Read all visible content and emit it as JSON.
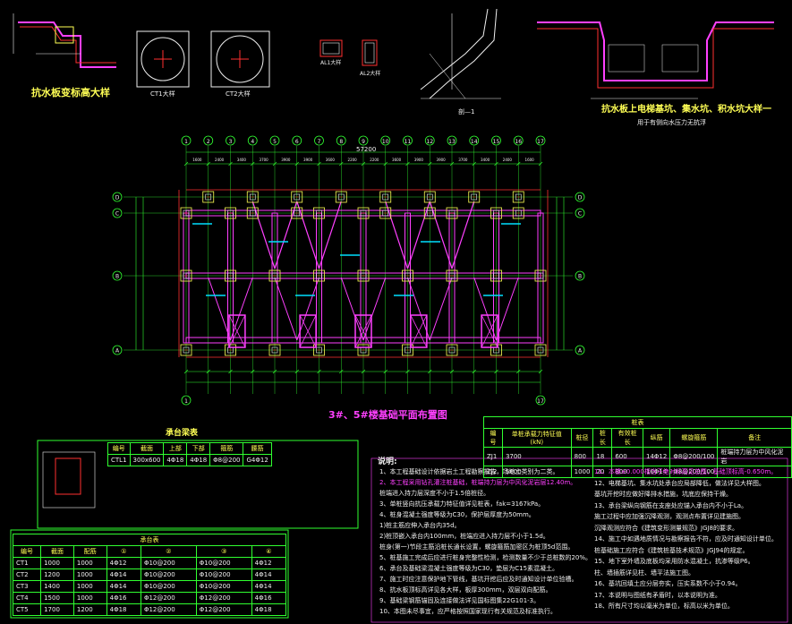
{
  "drawing": {
    "plan_title": "3#、5#楼基础平面布置图",
    "detail_titles": {
      "raft_detail": "抗水板变标高大样",
      "ct1": "CT1大样",
      "ct2": "CT2大样",
      "al1": "AL1大样",
      "al2": "AL2大样",
      "section1": "剖—1",
      "pit_detail": "抗水板上电梯基坑、集水坑、积水坑大样一",
      "pit_note": "用于有侧向水压力无抗浮"
    },
    "axes_top": [
      "1",
      "2",
      "3",
      "4",
      "5",
      "6",
      "7",
      "8",
      "9",
      "10",
      "11",
      "12",
      "13",
      "14",
      "15",
      "16",
      "17"
    ],
    "axes_bottom": [
      "1",
      "17"
    ],
    "axes_left": [
      "D",
      "C",
      "B",
      "A"
    ],
    "overall_dim": "57200",
    "top_dims": [
      "1600",
      "2400",
      "3400",
      "3700",
      "3900",
      "3900",
      "3600",
      "2200",
      "2200",
      "3600",
      "3900",
      "3900",
      "3700",
      "3400",
      "2400",
      "1600"
    ]
  },
  "pile_cap_table": {
    "title": "承台表",
    "headers": [
      "编号",
      "截面",
      "配筋",
      "①",
      "②",
      "③",
      "④"
    ],
    "rows": [
      [
        "CT1",
        "1000",
        "1000",
        "4Φ12",
        "Φ10@200",
        "Φ10@200",
        "4Φ12"
      ],
      [
        "CT2",
        "1200",
        "1000",
        "4Φ14",
        "Φ10@200",
        "Φ10@200",
        "4Φ14"
      ],
      [
        "CT3",
        "1400",
        "1000",
        "4Φ14",
        "Φ10@200",
        "Φ10@200",
        "4Φ14"
      ],
      [
        "CT4",
        "1500",
        "1000",
        "4Φ16",
        "Φ12@200",
        "Φ12@200",
        "4Φ16"
      ],
      [
        "CT5",
        "1700",
        "1200",
        "4Φ18",
        "Φ12@200",
        "Φ12@200",
        "4Φ18"
      ]
    ]
  },
  "cap_beam_table": {
    "title": "承台梁表",
    "headers": [
      "编号",
      "截面",
      "上部",
      "下部",
      "箍筋",
      "腰筋"
    ],
    "rows": [
      [
        "CTL1",
        "300x600",
        "4Φ18",
        "4Φ18",
        "Φ8@200",
        "G4Φ12"
      ]
    ]
  },
  "pile_table": {
    "title": "桩表",
    "headers": [
      "编号",
      "单桩承载力特征值(kN)",
      "桩径",
      "桩长",
      "有效桩长",
      "纵筋",
      "螺旋箍筋",
      "备注"
    ],
    "rows": [
      [
        "ZJ1",
        "3700",
        "800",
        "18",
        "600",
        "14Φ12",
        "Φ8@200/100",
        "桩端持力层为中风化泥岩"
      ],
      [
        "ZJ2",
        "5600",
        "1000",
        "20",
        "800",
        "16Φ14",
        "Φ8@200/100",
        ""
      ]
    ]
  },
  "notes": {
    "heading": "说明:",
    "left": [
      "1、本工程基础设计依据岩土工程勘察报告，场地土类别为二类。",
      "2、本工程采用钻孔灌注桩基础，桩端持力层为中风化泥岩层12.40m。",
      "   桩端进入持力层深度不小于1.5倍桩径。",
      "3、单桩竖向抗压承载力特征值详见桩表，fak=3167kPa。",
      "4、桩身混凝土强度等级为C30，保护层厚度为50mm。",
      "   1)桩主筋应伸入承台内35d。",
      "   2)桩顶嵌入承台内100mm，桩端应进入持力层不小于1.5d。",
      "   桩身(第一)节段主筋沿桩长通长设置，螺旋箍筋加密区为桩顶5d范围。",
      "5、桩基施工完成后应进行桩身完整性检测，检测数量不少于总桩数的20%。",
      "6、承台及基础梁混凝土强度等级为C30，垫层为C15素混凝土。",
      "7、施工时应注意保护地下管线，基坑开挖后应及时通知设计单位验槽。",
      "8、抗水板顶标高详见各大样，板厚300mm，双层双向配筋。",
      "9、基础梁钢筋锚固及连接做法详见国标图集22G101-3。",
      "10、本图未尽事宜，应严格按照国家现行有关规范及标准执行。"
    ],
    "right": [
      "11、本楼±0.000相当于绝对标高见总图，基础顶标高-0.650m。",
      "12、电梯基坑、集水坑处承台应局部降低，做法详见大样图。",
      "   基坑开挖时应做好降排水措施，坑底应保持干燥。",
      "13、承台梁纵向钢筋在支座处应锚入承台内不小于La。",
      "   施工过程中应加强沉降观测，观测点布置详见建施图。",
      "   沉降观测应符合《建筑变形测量规范》JGJ8的要求。",
      "14、施工中如遇地质情况与勘察报告不符，应及时通知设计单位。",
      "   桩基础施工应符合《建筑桩基技术规范》JGJ94的规定。",
      "15、地下室外墙及底板均采用防水混凝土，抗渗等级P6。",
      "   柱、墙插筋详见柱、墙平法施工图。",
      "16、基坑回填土应分层夯实，压实系数不小于0.94。",
      "17、本说明与图纸有矛盾时，以本说明为准。",
      "18、所有尺寸均以毫米为单位，标高以米为单位。"
    ]
  },
  "colors": {
    "background": "#000000",
    "axis": "#30ff30",
    "beam": "#ff40ff",
    "column": "#ffff55",
    "dim": "#00e0ff",
    "text": "#f0f0f0",
    "red": "#ff3030"
  }
}
